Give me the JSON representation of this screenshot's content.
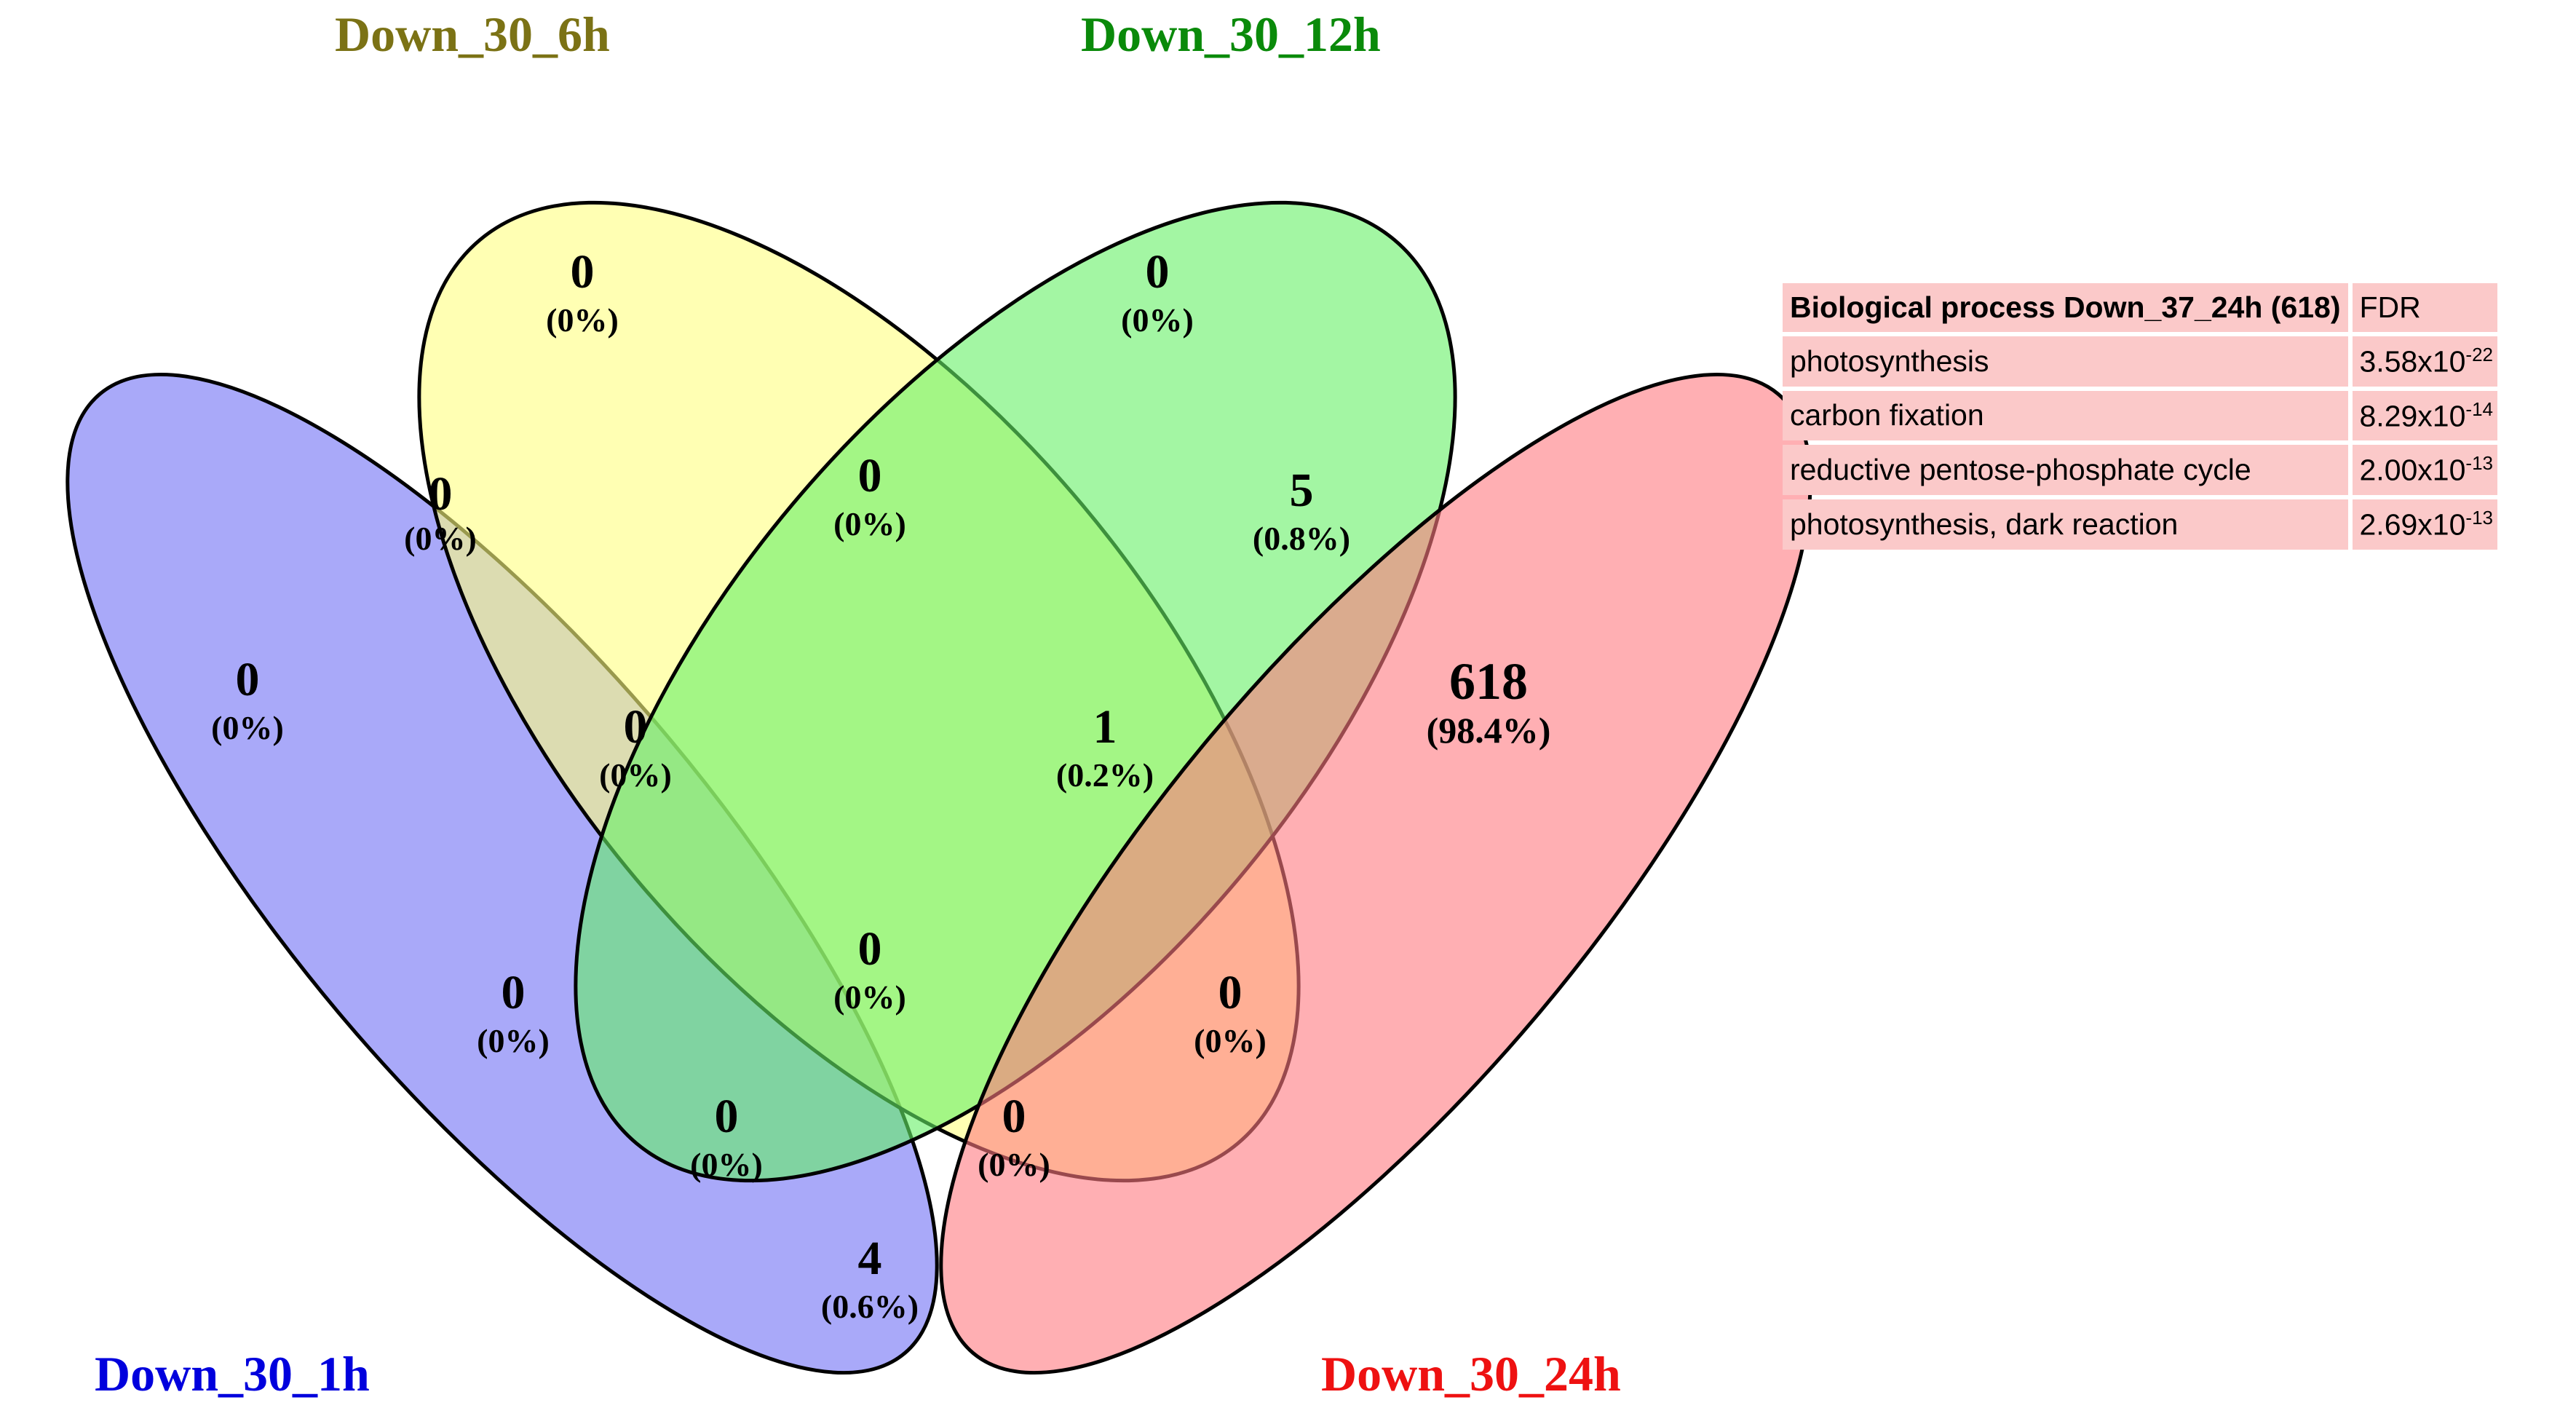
{
  "sets": [
    {
      "id": "down_30_1h",
      "label": "Down_30_1h",
      "color": "#0000dd",
      "fill": "#6f6ff5"
    },
    {
      "id": "down_30_6h",
      "label": "Down_30_6h",
      "color": "#7b7215",
      "fill": "#ffff80"
    },
    {
      "id": "down_30_12h",
      "label": "Down_30_12h",
      "color": "#0a8a0a",
      "fill": "#66f066"
    },
    {
      "id": "down_30_24h",
      "label": "Down_30_24h",
      "color": "#ee1111",
      "fill": "#ff7a80"
    }
  ],
  "regions": [
    {
      "id": "only_1h",
      "count": "0",
      "percent": "(0%)"
    },
    {
      "id": "only_6h",
      "count": "0",
      "percent": "(0%)"
    },
    {
      "id": "only_12h",
      "count": "0",
      "percent": "(0%)"
    },
    {
      "id": "only_24h",
      "count": "618",
      "percent": "(98.4%)"
    },
    {
      "id": "1h_6h",
      "count": "0",
      "percent": "(0%)"
    },
    {
      "id": "6h_12h",
      "count": "0",
      "percent": "(0%)"
    },
    {
      "id": "12h_24h",
      "count": "5",
      "percent": "(0.8%)"
    },
    {
      "id": "1h_6h_12h",
      "count": "0",
      "percent": "(0%)"
    },
    {
      "id": "6h_12h_24h",
      "count": "1",
      "percent": "(0.2%)"
    },
    {
      "id": "all_four",
      "count": "0",
      "percent": "(0%)"
    },
    {
      "id": "1h_12h",
      "count": "0",
      "percent": "(0%)"
    },
    {
      "id": "6h_24h",
      "count": "0",
      "percent": "(0%)"
    },
    {
      "id": "1h_12h_24h",
      "count": "0",
      "percent": "(0%)"
    },
    {
      "id": "1h_6h_24h",
      "count": "0",
      "percent": "(0%)"
    },
    {
      "id": "1h_24h",
      "count": "4",
      "percent": "(0.6%)"
    }
  ],
  "table": {
    "header": {
      "process": "Biological  process Down_37_24h (618)",
      "fdr": "FDR"
    },
    "rows": [
      {
        "process": "photosynthesis",
        "fdr_base": "3.58x10",
        "fdr_exp": "-22"
      },
      {
        "process": "carbon fixation",
        "fdr_base": "8.29x10",
        "fdr_exp": "-14"
      },
      {
        "process": "reductive pentose-phosphate cycle",
        "fdr_base": "2.00x10",
        "fdr_exp": "-13"
      },
      {
        "process": "photosynthesis, dark reaction",
        "fdr_base": "2.69x10",
        "fdr_exp": "-13"
      }
    ]
  }
}
